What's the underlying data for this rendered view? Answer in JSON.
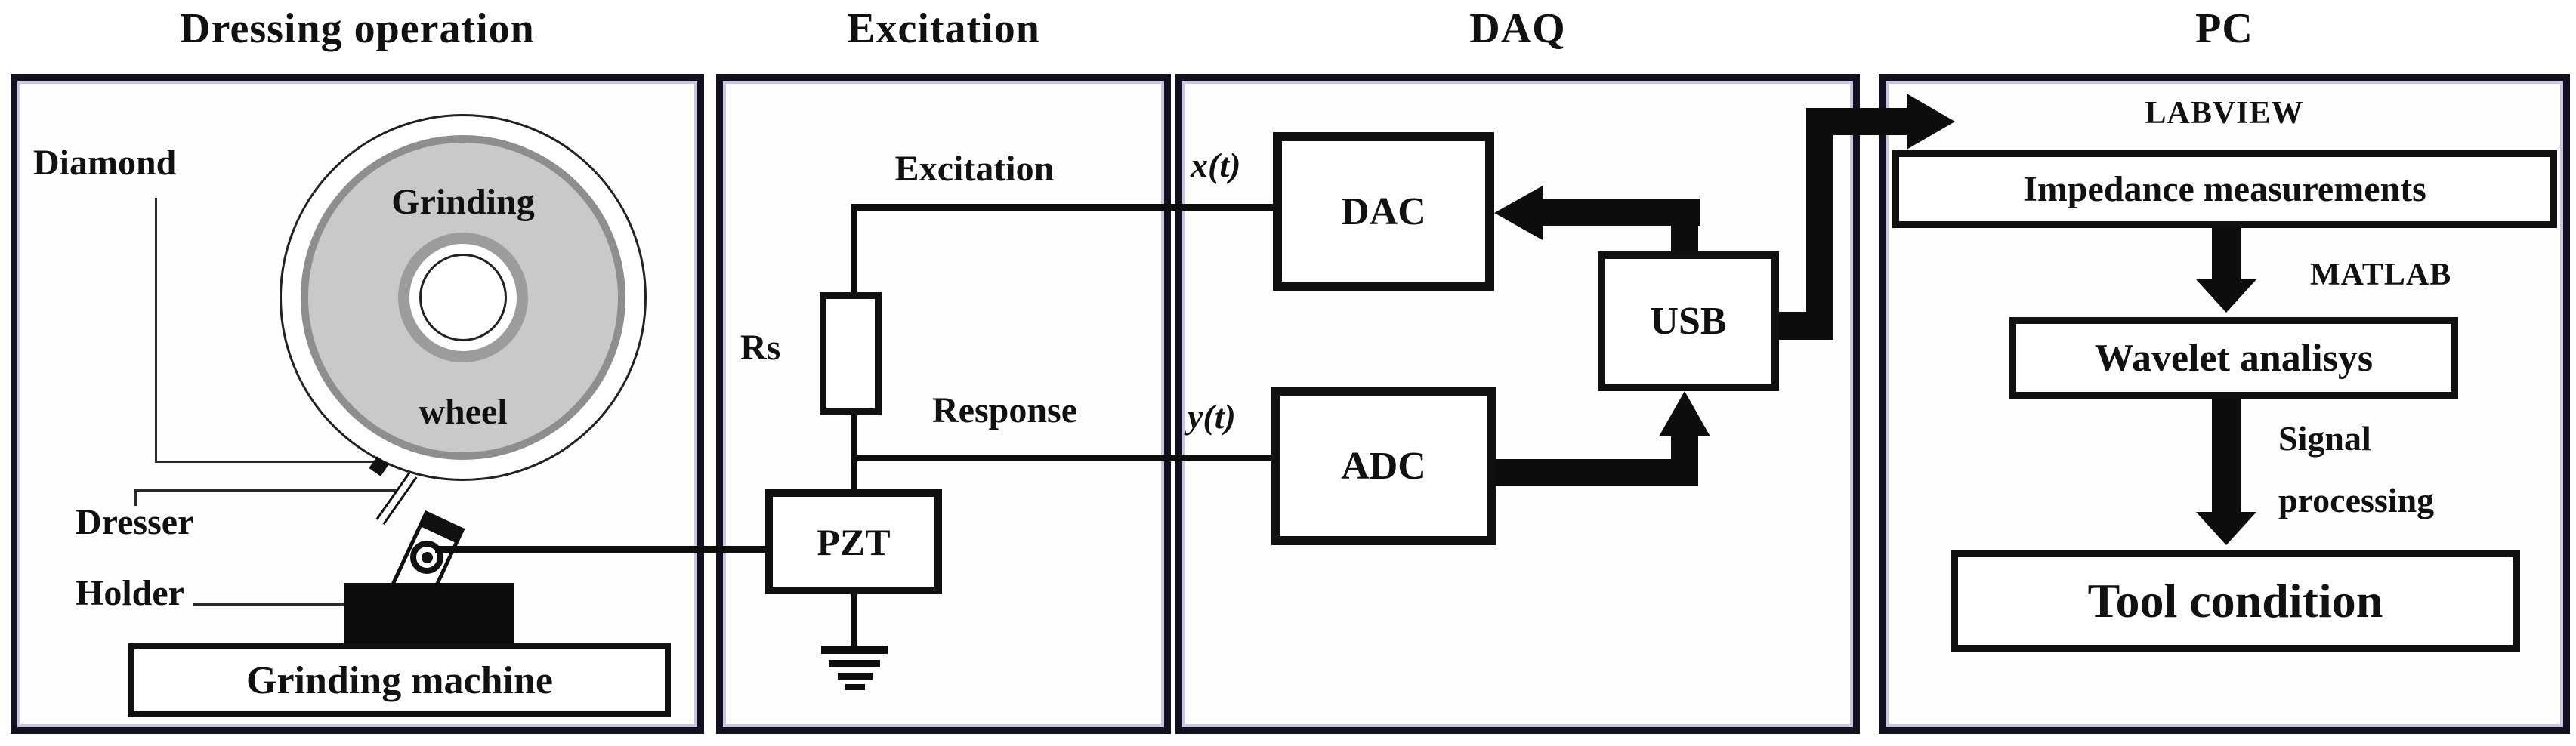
{
  "panels": {
    "dressing": {
      "title": "Dressing operation",
      "diamond_label": "Diamond",
      "dresser_label": "Dresser",
      "holder_label": "Holder",
      "wheel_text_top": "Grinding",
      "wheel_text_bottom": "wheel",
      "machine_box": "Grinding machine"
    },
    "excitation": {
      "title": "Excitation",
      "excitation_wire_label": "Excitation",
      "resistor_label": "Rs",
      "response_wire_label": "Response",
      "pzt_box": "PZT"
    },
    "daq": {
      "title": "DAQ",
      "x_signal": "x(t)",
      "dac_box": "DAC",
      "y_signal": "y(t)",
      "adc_box": "ADC",
      "usb_box": "USB"
    },
    "pc": {
      "title": "PC",
      "labview_label": "LABVIEW",
      "impedance_box": "Impedance measurements",
      "matlab_label": "MATLAB",
      "wavelet_box": "Wavelet analisys",
      "signal_label_line1": "Signal",
      "signal_label_line2": "processing",
      "tool_box": "Tool condition"
    }
  },
  "colors": {
    "ink": "#111111",
    "panel_border": "#12101f",
    "panel_inner_line": "#c9c6e4",
    "wheel_fill": "#c9c9c9",
    "wheel_rim": "#8e8e8e",
    "hub_ring": "#9c9c9c",
    "background": "#ffffff"
  }
}
